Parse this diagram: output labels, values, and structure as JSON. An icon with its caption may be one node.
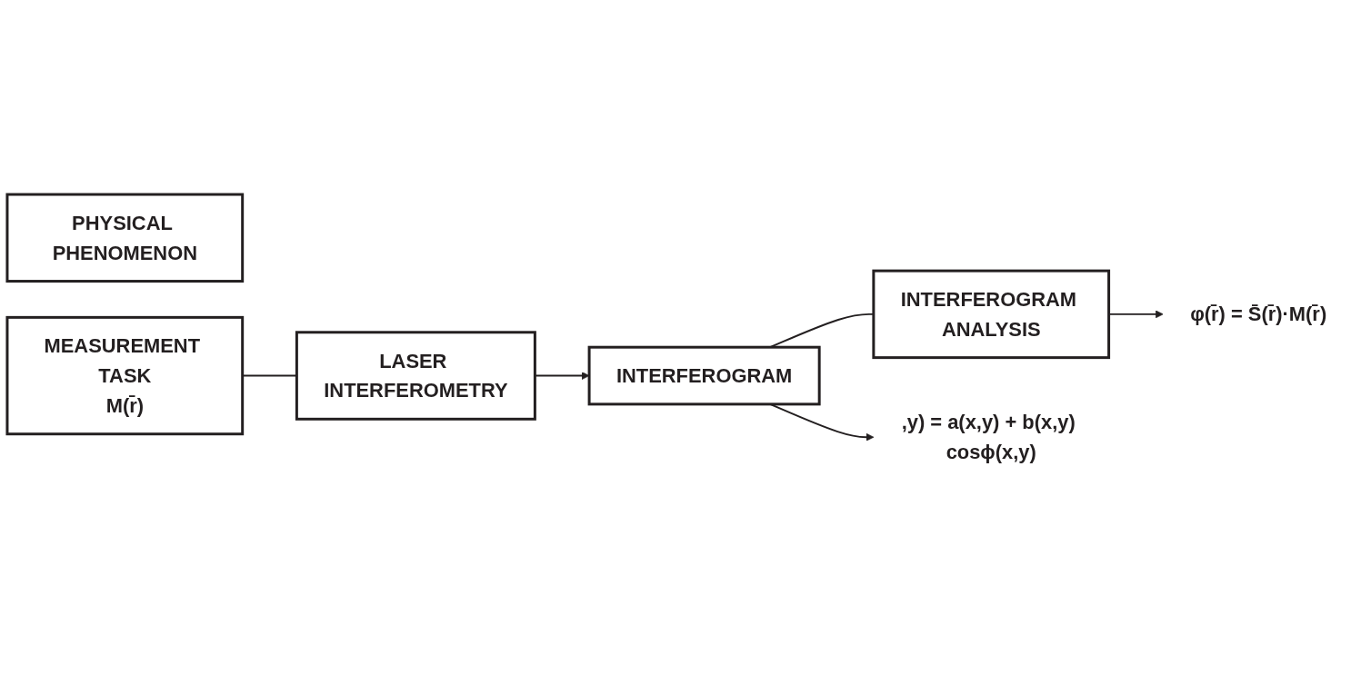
{
  "diagram": {
    "nodes": [
      {
        "text": [
          "PHYSICAL PHENOMENON"
        ]
      },
      {
        "text": [
          "MEASUREMENT TASK",
          "M(r̄)"
        ]
      },
      {
        "text": [
          "LASER INTERFEROMETRY"
        ]
      },
      {
        "text": [
          "INTERFEROGRAM"
        ]
      },
      {
        "text": [
          "INTERFEROGRAM ANALYSIS"
        ]
      },
      {
        "text": [
          ",y) = a(x,y) + b(x,y) cosϕ(x,y)"
        ]
      },
      {
        "text": [
          "φ(r̄) = S̄(r̄)·M(r̄)"
        ]
      }
    ],
    "edges": [
      {
        "from": 1,
        "to": 2,
        "arrow": "none"
      },
      {
        "from": 2,
        "to": 3,
        "arrow": "to"
      },
      {
        "from": 3,
        "to": 5,
        "arrow": "to"
      },
      {
        "from": 3,
        "to": 4,
        "arrow": "none"
      },
      {
        "from": 4,
        "to": 6,
        "arrow": "to"
      }
    ]
  }
}
